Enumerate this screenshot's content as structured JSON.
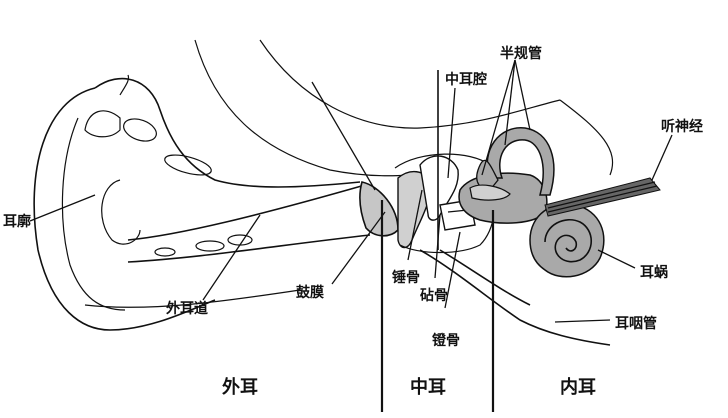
{
  "labels": {
    "pinna": "耳廓",
    "ear_canal": "外耳道",
    "eardrum": "鼓膜",
    "malleus": "锤骨",
    "incus": "砧骨",
    "stapes": "镫骨",
    "middle_ear_cavity": "中耳腔",
    "semicircular_canals": "半规管",
    "auditory_nerve": "听神经",
    "cochlea": "耳蜗",
    "eustachian_tube": "耳咽管"
  },
  "sections": {
    "outer": "外耳",
    "middle": "中耳",
    "inner": "内耳"
  },
  "colors": {
    "ink": "#111111",
    "inner_fill": "#a9a9a9",
    "ossicle_fill": "#d0d0d0",
    "background": "#ffffff"
  }
}
